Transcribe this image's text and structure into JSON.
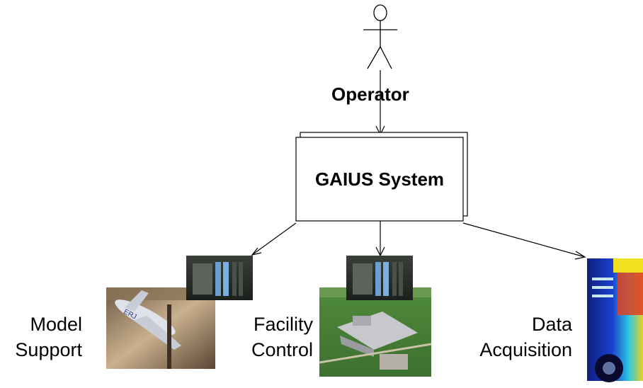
{
  "diagram": {
    "actor": {
      "label": "Operator",
      "icon": "stick-figure-icon"
    },
    "system": {
      "label": "GAIUS System"
    },
    "targets": [
      {
        "label_lines": [
          "Model",
          "Support"
        ],
        "images": [
          "plc-controller-image",
          "wind-tunnel-aircraft-model-image"
        ]
      },
      {
        "label_lines": [
          "Facility",
          "Control"
        ],
        "images": [
          "plc-controller-image",
          "aerial-facility-image"
        ]
      },
      {
        "label_lines": [
          "Data",
          "Acquisition"
        ],
        "images": [
          "thermal-truck-image"
        ]
      }
    ]
  }
}
